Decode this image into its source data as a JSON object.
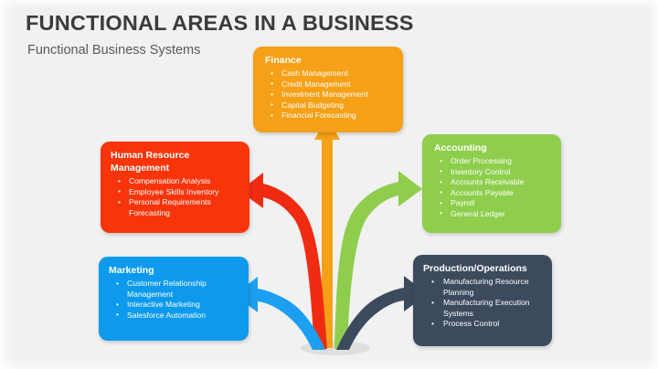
{
  "slide": {
    "title": "FUNCTIONAL AREAS IN A BUSINESS",
    "subtitle": "Functional Business Systems",
    "background_color": "#f1f1f1",
    "title_color": "#3b3b3b",
    "subtitle_color": "#5a5a5a"
  },
  "diagram": {
    "type": "radial-fan",
    "hub_label": "",
    "nodes": [
      {
        "id": "finance",
        "title": "Finance",
        "color": "#f5a017",
        "arrow_style": "straight-stem",
        "items": [
          "Cash Management",
          "Credit Management",
          "Investment Management",
          "Capital Budgeting",
          "Financial Forecasting"
        ]
      },
      {
        "id": "human-resource-management",
        "title": "Human Resource Management",
        "color": "#f8340b",
        "arrow_style": "curve-up-left",
        "items": [
          "Compensation Analysis",
          "Employee Skills Inventory",
          "Personal Requirements Forecasting"
        ]
      },
      {
        "id": "accounting",
        "title": "Accounting",
        "color": "#8ece4c",
        "arrow_style": "curve-up-right",
        "items": [
          "Order Processing",
          "Inventory Control",
          "Accounts Receivable",
          "Accounts Payable",
          "Payroll",
          "General Ledger"
        ]
      },
      {
        "id": "marketing",
        "title": "Marketing",
        "color": "#0d9aec",
        "arrow_style": "curve-left",
        "items": [
          "Customer Relationship Management",
          "Interactive Marketing",
          "Salesforce Automation"
        ]
      },
      {
        "id": "production-operations",
        "title": "Production/Operations",
        "color": "#3c4a5e",
        "arrow_style": "curve-right",
        "items": [
          "Manufacturing Resource Planning",
          "Manufacturing Execution Systems",
          "Process Control"
        ]
      }
    ],
    "base_shadow_color": "#d8d8d8"
  }
}
